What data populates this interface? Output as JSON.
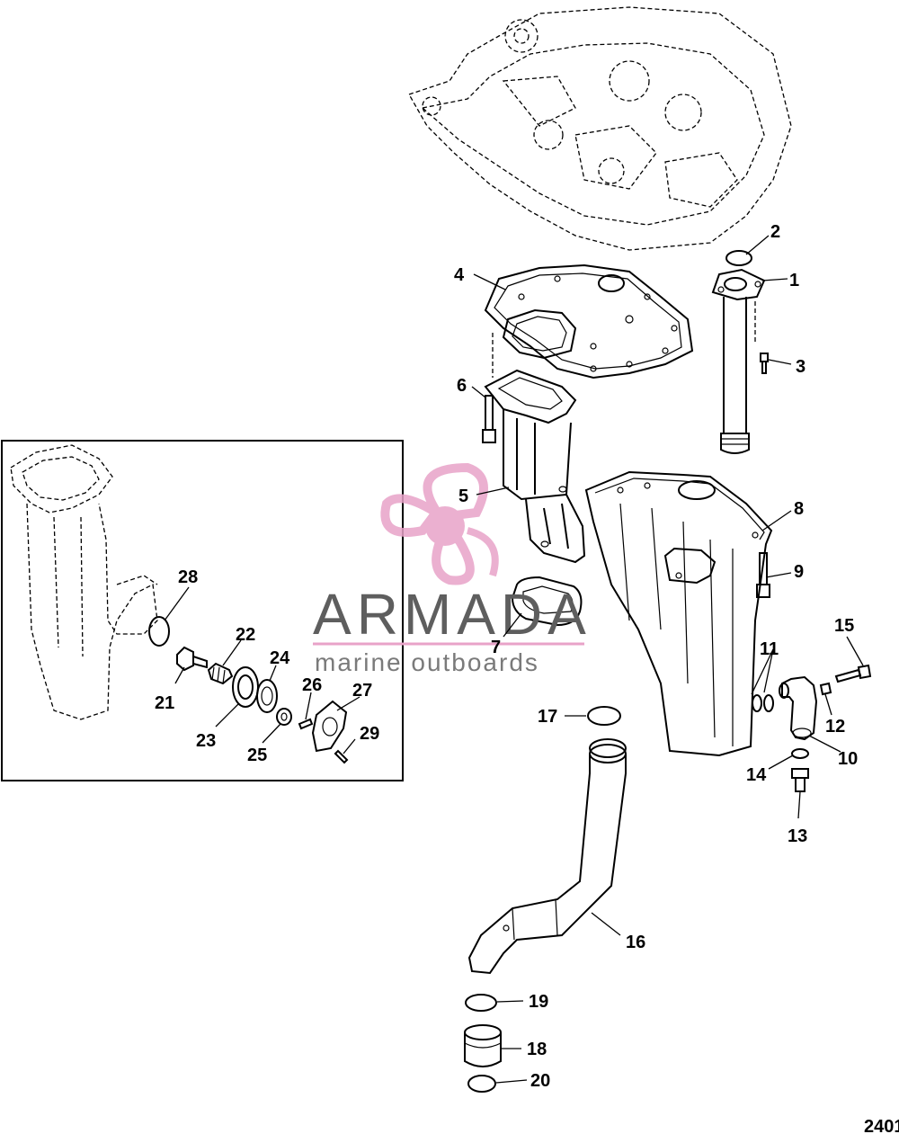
{
  "callouts": [
    "1",
    "2",
    "3",
    "4",
    "5",
    "6",
    "7",
    "8",
    "9",
    "10",
    "11",
    "12",
    "13",
    "14",
    "15",
    "16",
    "17",
    "18",
    "19",
    "20",
    "21",
    "22",
    "23",
    "24",
    "25",
    "26",
    "27",
    "28",
    "29"
  ],
  "watermark": {
    "brand": "ARMADA",
    "tagline": "marine outboards",
    "color": "#e8a3c8"
  },
  "figure_number": "2401"
}
